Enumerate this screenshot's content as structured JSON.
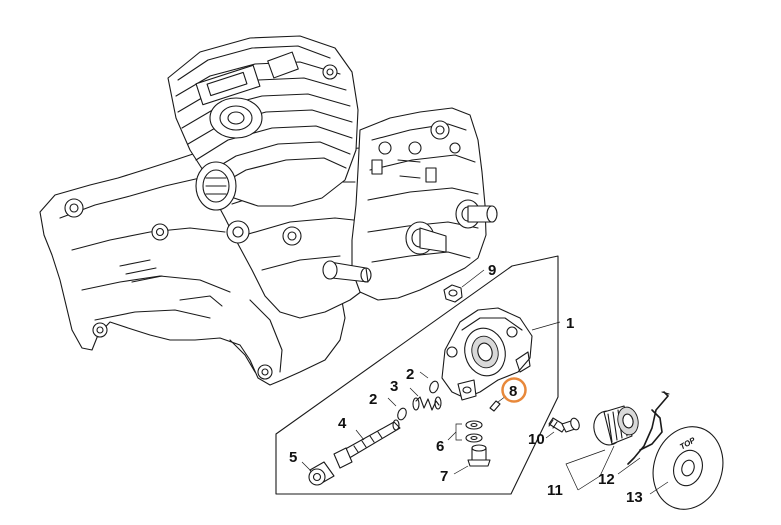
{
  "accent_color": "#e8883a",
  "callouts": {
    "p1": "1",
    "p2a": "2",
    "p2b": "2",
    "p3": "3",
    "p4": "4",
    "p5": "5",
    "p6": "6",
    "p7": "7",
    "p8": "8",
    "p9": "9",
    "p10": "10",
    "p11": "11",
    "p12": "12",
    "p13": "13"
  },
  "disc_text": "TOP",
  "highlighted_callout": "8"
}
